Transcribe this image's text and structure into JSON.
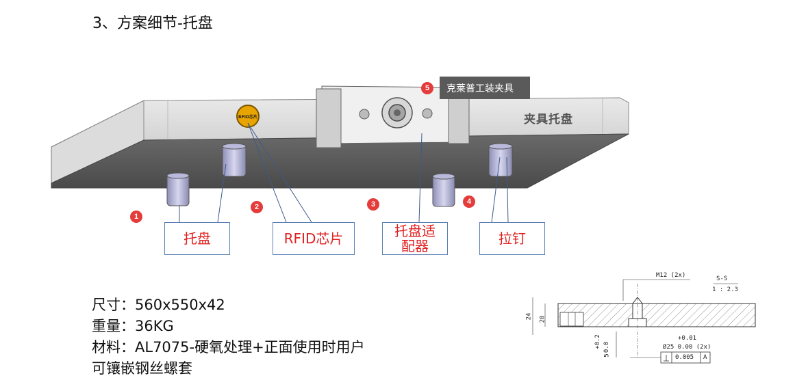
{
  "title": "3、方案细节-托盘",
  "tray_engraving": "夹具托盘",
  "tooltip": {
    "number": "5",
    "text": "克莱普工装夹具"
  },
  "badges": [
    "1",
    "2",
    "3",
    "4"
  ],
  "callouts": {
    "pallet": "托盘",
    "rfid": "RFID芯片",
    "adapter_line1": "托盘适",
    "adapter_line2": "配器",
    "pull_stud": "拉钉"
  },
  "rfid_chip_text": "RFID芯片",
  "specs": {
    "size": "尺寸：560x550x42",
    "weight": "重量：36KG",
    "material": "材料：AL7075-硬氧处理+正面使用时用户",
    "material_cont": "可镶嵌钢丝螺套"
  },
  "drawing": {
    "thread": "M12 (2x)",
    "section": "S-S",
    "scale": "1 : 2.3",
    "dim_24": "24",
    "dim_20": "20",
    "tol_plus": "+0.2",
    "tol_zero": "0.0",
    "dim_5": "5",
    "dia_tol_top": "+0.01",
    "dia": "Ø25  0.00 (2x)",
    "perp_value": "0.005",
    "datum": "A"
  },
  "colors": {
    "callout_text": "#e02020",
    "callout_border": "#5b7fb5",
    "badge": "#e43b3b",
    "tooltip_bg": "#5a5a5a"
  }
}
